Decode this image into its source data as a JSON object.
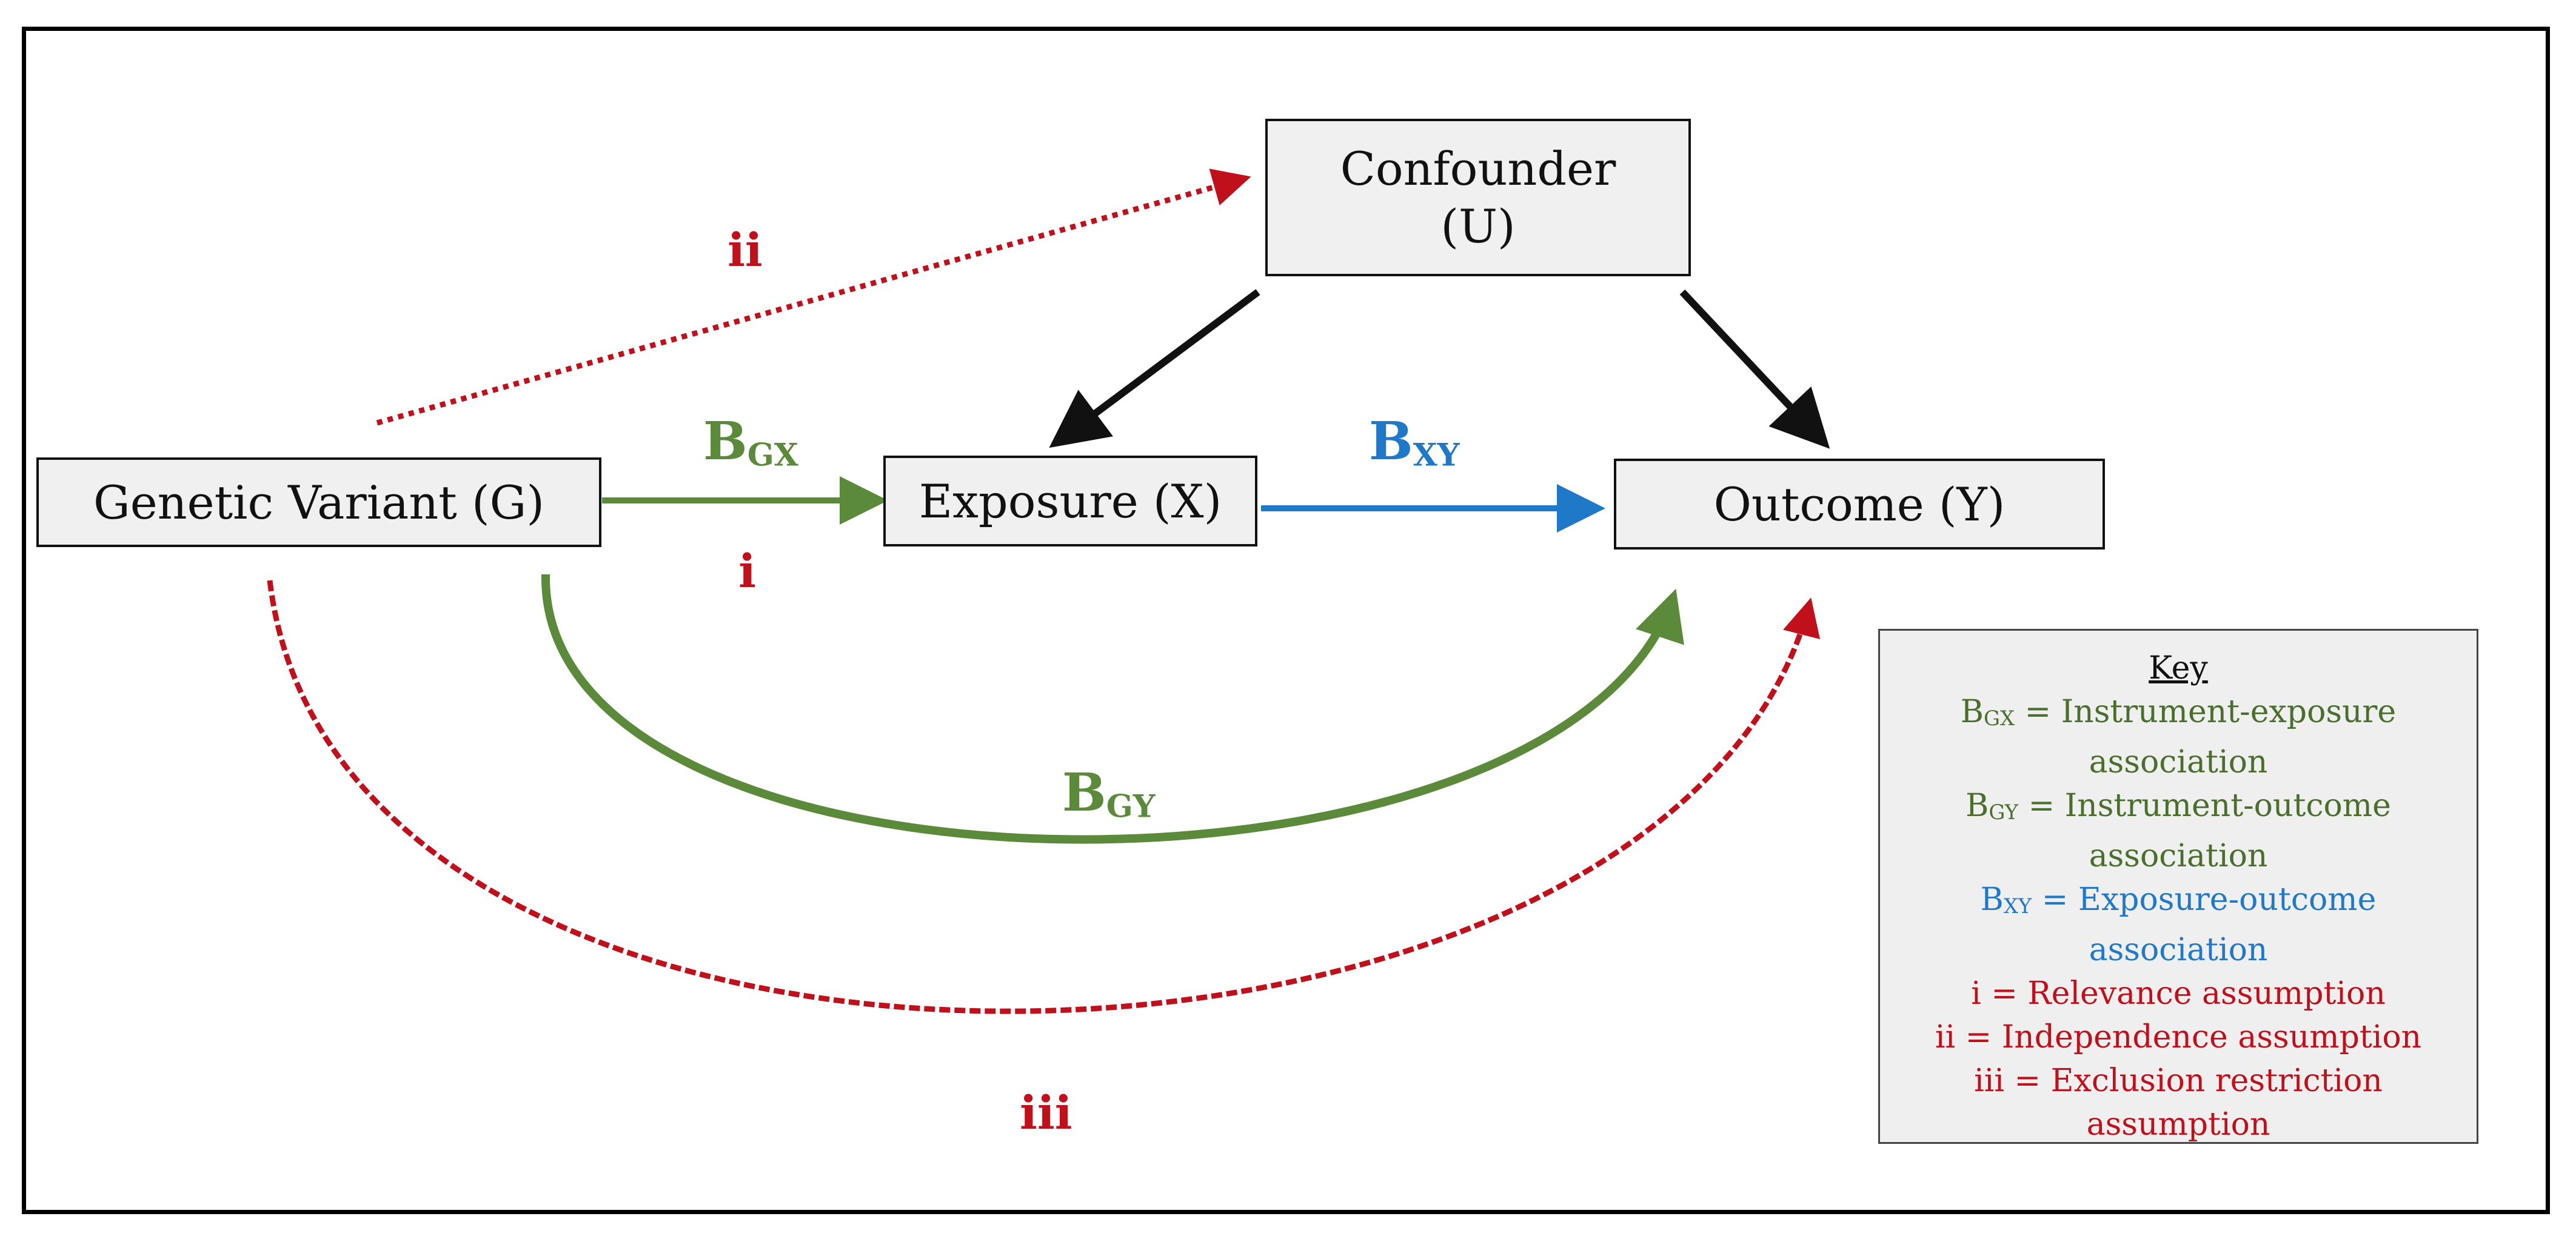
{
  "nodes": {
    "confounder_line1": "Confounder",
    "confounder_line2": "(U)",
    "genetic": "Genetic Variant (G)",
    "exposure": "Exposure (X)",
    "outcome": "Outcome (Y)"
  },
  "edges": {
    "bgx_base": "B",
    "bgx_sub": "GX",
    "bxy_base": "B",
    "bxy_sub": "XY",
    "bgy_base": "B",
    "bgy_sub": "GY",
    "i": "i",
    "ii": "ii",
    "iii": "iii"
  },
  "key": {
    "title": "Key",
    "bgx_base": "B",
    "bgx_sub": "GX",
    "bgx_text": " = Instrument-exposure",
    "bgx_text2": "association",
    "bgy_base": "B",
    "bgy_sub": "GY",
    "bgy_text": " = Instrument-outcome",
    "bgy_text2": "association",
    "bxy_base": "B",
    "bxy_sub": "XY",
    "bxy_text": " = Exposure-outcome",
    "bxy_text2": "association",
    "i_text": "i = Relevance assumption",
    "ii_text": "ii = Independence assumption",
    "iii_text": "iii = Exclusion restriction",
    "iii_text2": "assumption"
  },
  "colors": {
    "green": "#5a8a3a",
    "blue": "#1f78c8",
    "red": "#c0101b",
    "black": "#111111"
  }
}
